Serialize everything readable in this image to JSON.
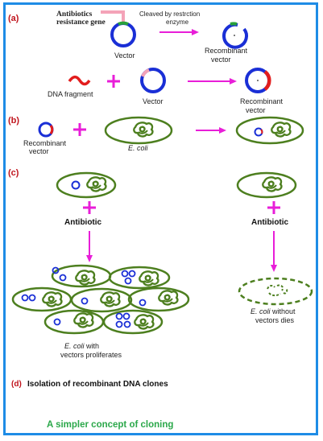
{
  "panels": {
    "a": {
      "label": "(a)",
      "antibiotic_gene_label_line1": "Antibiotics",
      "antibiotic_gene_label_line2": "resistance gene",
      "cleaved_label_line1": "Cleaved by restrction",
      "cleaved_label_line2": "enzyme",
      "vector_label_1": "Vector",
      "recombinant_label_1_line1": "Recombinant",
      "recombinant_label_1_line2": "vector",
      "dna_fragment_label": "DNA fragment",
      "vector_label_2": "Vector",
      "recombinant_label_2_line1": "Recombinant",
      "recombinant_label_2_line2": "vector"
    },
    "b": {
      "label": "(b)",
      "recombinant_label_line1": "Recombinant",
      "recombinant_label_line2": "vector",
      "ecoli_label": "E. coli"
    },
    "c": {
      "label": "(c)",
      "antibiotic_left": "Antibiotic",
      "antibiotic_right": "Antibiotic",
      "proliferates_italic": "E. coli",
      "proliferates_rest1": " with",
      "proliferates_line2": "vectors proliferates",
      "dies_italic": "E. coli",
      "dies_rest1": " without",
      "dies_line2": "vectors dies"
    },
    "d": {
      "label": "(d)",
      "title": "Isolation of recombinant DNA clones"
    }
  },
  "caption": "A simpler concept of cloning",
  "colors": {
    "frame": "#1e8ce6",
    "vector": "#1a2fd6",
    "insert": "#e21d1d",
    "arrow": "#e81ed8",
    "cell": "#4d7f1f",
    "panel_label": "#c0141d",
    "caption": "#2ba84a",
    "gene_pointer": "#f4a3b8"
  }
}
